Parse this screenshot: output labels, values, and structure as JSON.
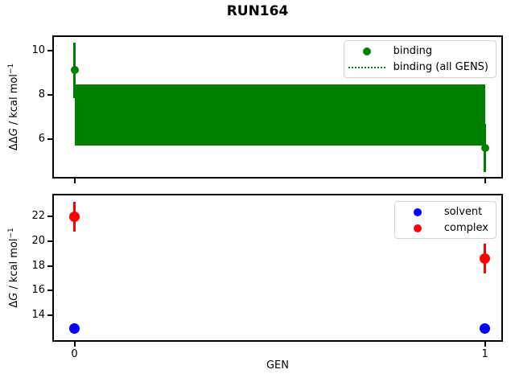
{
  "figure": {
    "title": "RUN164",
    "xlabel": "GEN",
    "background": "#ffffff",
    "frame_color": "#000000"
  },
  "chart_data": [
    {
      "type": "scatter",
      "panel": "binding-free-energy",
      "ylabel": {
        "delta": "ΔΔ",
        "symbol": "G",
        "unit": " / kcal mol",
        "exponent": "−1"
      },
      "xlim": [
        -0.05,
        1.04
      ],
      "ylim": [
        4.3,
        10.6
      ],
      "yticks": [
        6,
        8,
        10
      ],
      "xticks": [
        0,
        1
      ],
      "show_x_tick_labels": false,
      "grid": false,
      "legend_position": "upper-right",
      "legend": [
        {
          "label": "binding",
          "marker": "dot",
          "color": "#008000"
        },
        {
          "label": "binding (all GENS)",
          "marker": "dotted-line",
          "color": "#008000"
        }
      ],
      "series": [
        {
          "name": "binding",
          "color": "#008000",
          "marker_px": 10,
          "points": [
            {
              "x": 0,
              "y": 9.1,
              "yerr": 1.25
            },
            {
              "x": 1,
              "y": 5.6,
              "yerr": 1.1
            }
          ]
        }
      ],
      "band": {
        "label": "binding (all GENS)",
        "color": "#008000",
        "x0": 0,
        "x1": 1,
        "y_lo": 5.7,
        "y_hi": 8.45
      }
    },
    {
      "type": "scatter",
      "panel": "component-free-energies",
      "ylabel": {
        "delta": "Δ",
        "symbol": "G",
        "unit": " / kcal mol",
        "exponent": "−1"
      },
      "xlim": [
        -0.05,
        1.04
      ],
      "ylim": [
        12.0,
        23.7
      ],
      "yticks": [
        14,
        16,
        18,
        20,
        22
      ],
      "xticks": [
        0,
        1
      ],
      "show_x_tick_labels": true,
      "grid": false,
      "legend_position": "upper-right",
      "legend": [
        {
          "label": "solvent",
          "marker": "dot",
          "color": "#0000ff"
        },
        {
          "label": "complex",
          "marker": "dot",
          "color": "#ff0000"
        }
      ],
      "series": [
        {
          "name": "solvent",
          "color": "#0000ff",
          "marker_px": 13,
          "points": [
            {
              "x": 0,
              "y": 12.95,
              "yerr": 0
            },
            {
              "x": 1,
              "y": 12.95,
              "yerr": 0
            }
          ]
        },
        {
          "name": "complex",
          "color": "#ff0000",
          "marker_px": 13,
          "points": [
            {
              "x": 0,
              "y": 22.0,
              "yerr": 1.2
            },
            {
              "x": 1,
              "y": 18.6,
              "yerr": 1.2
            }
          ]
        }
      ]
    }
  ]
}
